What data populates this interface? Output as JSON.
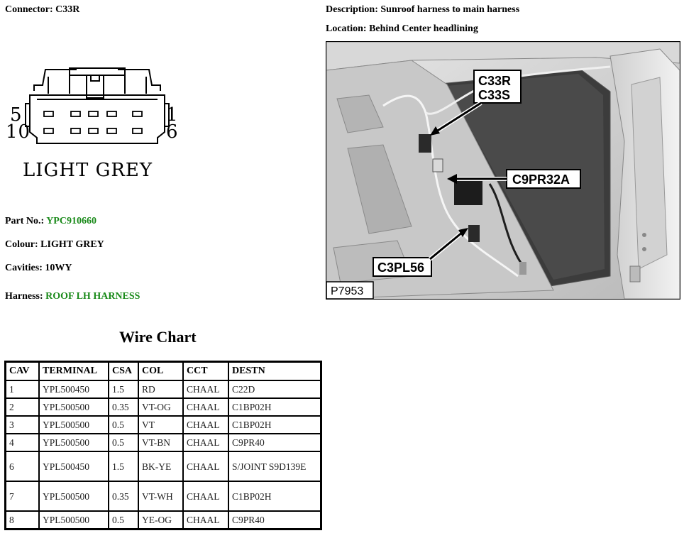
{
  "connector": {
    "title_label": "Connector:",
    "title_value": "C33R",
    "pin_left_top": "5",
    "pin_left_bottom": "10",
    "pin_right_top": "1",
    "pin_right_bottom": "6",
    "color_caption": "LIGHT GREY"
  },
  "description": {
    "label": "Description:",
    "value": "Sunroof harness to main harness"
  },
  "location": {
    "label": "Location:",
    "value": "Behind Center headlining"
  },
  "details": {
    "part_no_label": "Part No.:",
    "part_no_value": "YPC910660",
    "colour_label": "Colour:",
    "colour_value": "LIGHT GREY",
    "cavities_label": "Cavities:",
    "cavities_value": "10WY",
    "harness_label": "Harness:",
    "harness_value": "ROOF LH HARNESS",
    "link_color": "#1a8a1a"
  },
  "photo": {
    "callout_c33r": "C33R",
    "callout_c33s": "C33S",
    "callout_c9pr32a": "C9PR32A",
    "callout_c3pl56": "C3PL56",
    "figure_id": "P7953"
  },
  "wire_chart": {
    "title": "Wire Chart",
    "headers": [
      "CAV",
      "TERMINAL",
      "CSA",
      "COL",
      "CCT",
      "DESTN"
    ],
    "rows": [
      {
        "cav": "1",
        "terminal": "YPL500450",
        "csa": "1.5",
        "col": "RD",
        "cct": "CHAAL",
        "destn": "C22D"
      },
      {
        "cav": "2",
        "terminal": "YPL500500",
        "csa": "0.35",
        "col": "VT-OG",
        "cct": "CHAAL",
        "destn": "C1BP02H"
      },
      {
        "cav": "3",
        "terminal": "YPL500500",
        "csa": "0.5",
        "col": "VT",
        "cct": "CHAAL",
        "destn": "C1BP02H"
      },
      {
        "cav": "4",
        "terminal": "YPL500500",
        "csa": "0.5",
        "col": "VT-BN",
        "cct": "CHAAL",
        "destn": "C9PR40"
      },
      {
        "cav": "6",
        "terminal": "YPL500450",
        "csa": "1.5",
        "col": "BK-YE",
        "cct": "CHAAL",
        "destn": "S/JOINT S9D139E"
      },
      {
        "cav": "7",
        "terminal": "YPL500500",
        "csa": "0.35",
        "col": "VT-WH",
        "cct": "CHAAL",
        "destn": "C1BP02H"
      },
      {
        "cav": "8",
        "terminal": "YPL500500",
        "csa": "0.5",
        "col": "YE-OG",
        "cct": "CHAAL",
        "destn": "C9PR40"
      }
    ]
  }
}
